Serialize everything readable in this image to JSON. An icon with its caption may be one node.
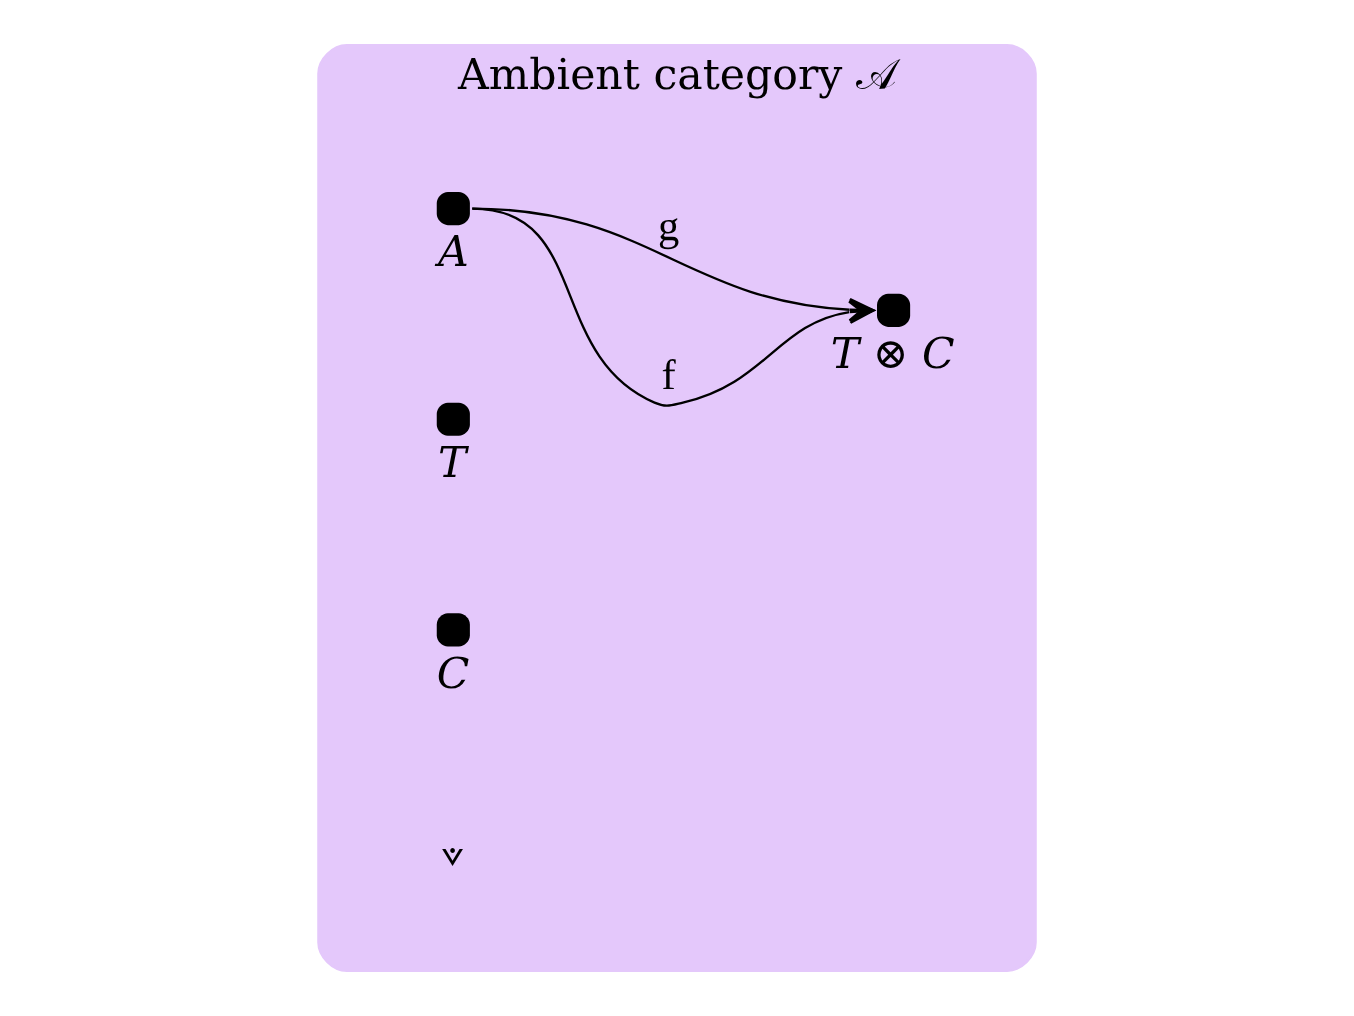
{
  "diagram": {
    "nodes": [
      {
        "text": [
          "Ambient category 𝒜"
        ]
      },
      {
        "text": [],
        "shape": "circle",
        "beside": [
          "A"
        ],
        "in": 0
      },
      {
        "text": [],
        "shape": "circle",
        "beside": [
          "T ⊗ C"
        ],
        "in": 0
      },
      {
        "text": [],
        "shape": "circle",
        "beside": [
          "T"
        ],
        "in": 0
      },
      {
        "text": [],
        "shape": "circle",
        "beside": [
          "C"
        ],
        "in": 0
      }
    ],
    "edges": [
      {
        "from": 1,
        "to": 2,
        "arrow": "to",
        "label": "f"
      },
      {
        "from": 1,
        "to": 2,
        "arrow": "to",
        "label": "g"
      }
    ],
    "labels": [
      "⟇"
    ]
  }
}
